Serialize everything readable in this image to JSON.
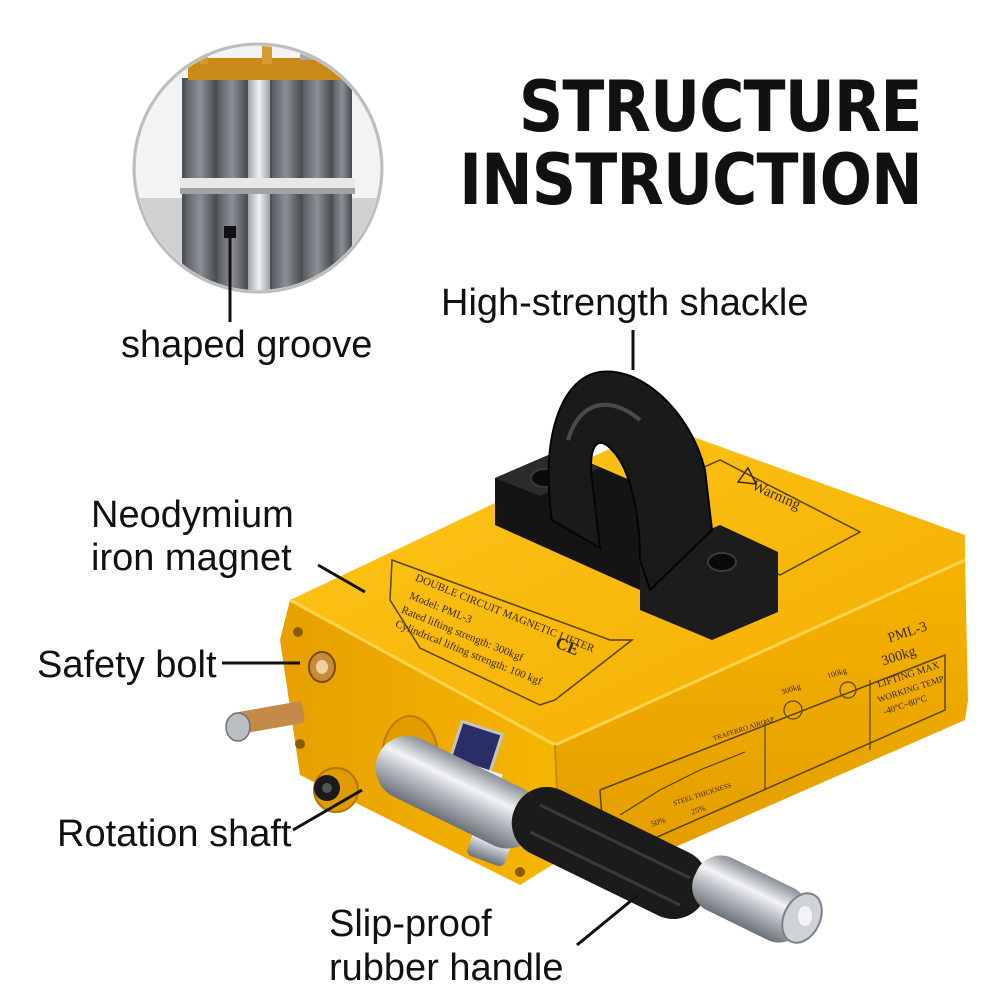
{
  "title": {
    "line1": "STRUCTURE",
    "line2": "INSTRUCTION"
  },
  "callouts": {
    "shaped_groove": "shaped groove",
    "shackle": "High-strength shackle",
    "magnet_line1": "Neodymium",
    "magnet_line2": "iron magnet",
    "safety_bolt": "Safety bolt",
    "rotation_shaft": "Rotation shaft",
    "handle_line1": "Slip-proof",
    "handle_line2": "rubber handle"
  },
  "label_plate": {
    "line1": "DOUBLE CIRCUIT MAGNETIC LIFTER",
    "line2": "Model: PML-3",
    "line3": "Rated lifting strength: 300kgf",
    "line4": "Cylindrical lifting strength: 100 kgf",
    "mark": "CE"
  },
  "warning": {
    "heading": "Warning"
  },
  "spec_panel": {
    "model": "PML-3",
    "capacity": "300kg",
    "lifting": "LIFTING MAX",
    "temp_label": "WORKING TEMP",
    "temp_range": "-40°C~80°C",
    "w1": "300kg",
    "w2": "100kg",
    "airgap": "TRAFERRO AIRGAP",
    "steel": "STEEL THICKNESS",
    "pct1": "50%",
    "pct2": "25%"
  },
  "colors": {
    "body_yellow": "#f5b80a",
    "body_shadow": "#d99a00",
    "shackle_black": "#1c1c1c",
    "text": "#111111"
  }
}
